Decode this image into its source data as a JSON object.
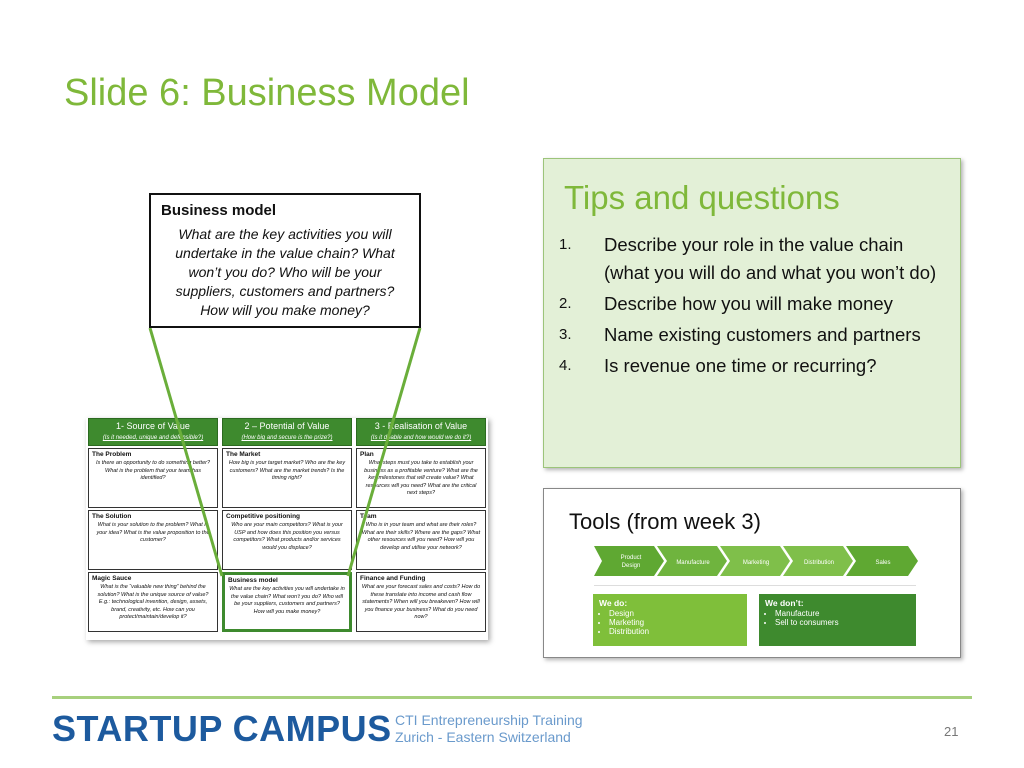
{
  "slide_title": "Slide 6: Business Model",
  "callout": {
    "heading": "Business model",
    "body": "What are the key activities you will undertake in the value chain? What won’t you do? Who will be your suppliers, customers and partners? How will you make money?"
  },
  "canvas": {
    "columns": [
      {
        "title": "1- Source of Value",
        "subtitle": "(Is it needed, unique and defensible?)",
        "cells": [
          {
            "title": "The Problem",
            "body": "Is there an opportunity to do something better? What is the problem that your team has identified?"
          },
          {
            "title": "The Solution",
            "body": "What is your solution to the problem? What is your idea? What is the value proposition to the customer?"
          },
          {
            "title": "Magic Sauce",
            "body": "What is the “valuable new thing” behind the solution? What is the unique source of value? E.g.: technological invention, design, assets, brand, creativity, etc. How can you protect/maintain/develop it?"
          }
        ]
      },
      {
        "title": "2 – Potential of Value",
        "subtitle": "(How big and secure is the prize?)",
        "cells": [
          {
            "title": "The Market",
            "body": "How big is your target market? Who are the key customers? What are the market trends? Is the timing right?"
          },
          {
            "title": "Competitive positioning",
            "body": "Who are your main competitors? What is your USP and how does this position you versus competitors? What products and/or services would you displace?"
          },
          {
            "title": "Business model",
            "body": "What are the key activities you will undertake in the value chain? What won’t you do? Who will be your suppliers, customers and partners? How will you make money?"
          }
        ]
      },
      {
        "title": "3 - Realisation of Value",
        "subtitle": "(Is it doable and how would we do it?)",
        "cells": [
          {
            "title": "Plan",
            "body": "What steps must you take to establish your business as a profitable venture? What are the key milestones that will create value? What resources will you need? What are the critical next steps?"
          },
          {
            "title": "Team",
            "body": "Who is in your team and what are their roles? What are their skills? Where are the gaps? What other resources will you need? How will you develop and utilise your network?"
          },
          {
            "title": "Finance and Funding",
            "body": "What are your forecast sales and costs? How do these translate into income and cash flow statements? When will you breakeven? How will you finance your business? What do you need now?"
          }
        ]
      }
    ]
  },
  "tips": {
    "heading": "Tips and questions",
    "items": [
      {
        "num": "1.",
        "text": "Describe your role in the value chain (what you will do and what you won’t do)"
      },
      {
        "num": "2.",
        "text": "Describe how you will make money"
      },
      {
        "num": "3.",
        "text": "Name existing customers and partners"
      },
      {
        "num": "4.",
        "text": "Is revenue one time or recurring?"
      }
    ]
  },
  "tools": {
    "heading": "Tools (from week 3)",
    "chain": [
      "Product Design",
      "Manufacture",
      "Marketing",
      "Distribution",
      "Sales"
    ],
    "we_do": {
      "heading": "We do:",
      "items": [
        "Design",
        "Marketing",
        "Distribution"
      ]
    },
    "we_dont": {
      "heading": "We don’t:",
      "items": [
        "Manufacture",
        "Sell to consumers"
      ]
    }
  },
  "footer": {
    "logo": "STARTUP CAMPUS",
    "line1": "CTI Entrepreneurship Training",
    "line2": "Zurich - Eastern Switzerland",
    "page": "21"
  },
  "colors": {
    "accent": "#7fb83a",
    "canvas_green": "#3e8a2e",
    "brand_blue": "#1d5a9e"
  }
}
